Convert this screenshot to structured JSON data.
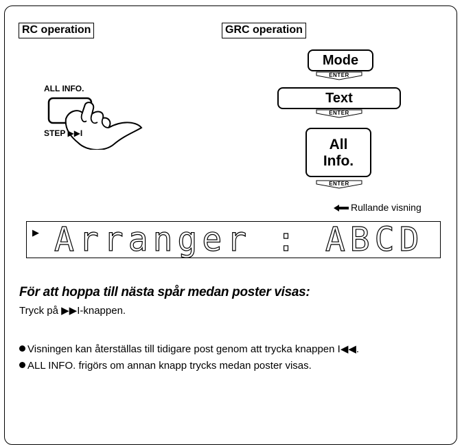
{
  "labels": {
    "rc": "RC operation",
    "grc": "GRC operation"
  },
  "rc": {
    "top_text": "ALL INFO.",
    "bottom_text": "STEP ▶▶I",
    "icon": "finger-press-icon"
  },
  "grc": {
    "mode": "Mode",
    "text": "Text",
    "all_line1": "All",
    "all_line2": "Info.",
    "enter": "ENTER"
  },
  "scroll_note": "Rullande visning",
  "display": {
    "cursor": "▶",
    "text": "Arranger : ABCD"
  },
  "heading": "För att hoppa till nästa spår medan poster visas:",
  "para": "Tryck på ▶▶I-knappen.",
  "bullets": [
    "Visningen kan återställas till tidigare post genom att trycka knappen I◀◀.",
    "ALL INFO. frigörs om annan knapp trycks medan poster visas."
  ]
}
